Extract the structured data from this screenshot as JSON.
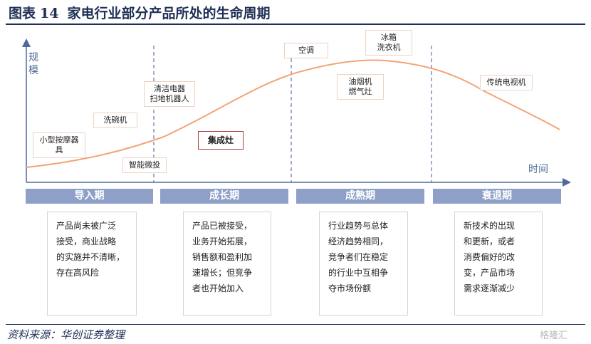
{
  "title": {
    "prefix": "图表",
    "number": "14",
    "text": "家电行业部分产品所处的生命周期"
  },
  "axes": {
    "y_label": "规模",
    "x_label": "时间"
  },
  "products": [
    {
      "text": "小型按摩器\n具"
    },
    {
      "text": "洗碗机"
    },
    {
      "text": "智能微投"
    },
    {
      "text": "清洁电器\n扫地机器人"
    },
    {
      "text": "集成灶"
    },
    {
      "text": "空调"
    },
    {
      "text": "冰箱\n洗衣机"
    },
    {
      "text": "油烟机\n燃气灶"
    },
    {
      "text": "传统电视机"
    }
  ],
  "stages": [
    {
      "name": "导入期",
      "desc": [
        "产品尚未被广泛",
        "接受，商业战略",
        "的实施并不清晰，",
        "存在高风险"
      ]
    },
    {
      "name": "成长期",
      "desc": [
        "产品已被接受，",
        "业务开始拓展，",
        "销售额和盈利加",
        "速增长；但竞争",
        "者也开始加入"
      ]
    },
    {
      "name": "成熟期",
      "desc": [
        "行业趋势与总体",
        "经济趋势相同，",
        "竞争者们在稳定",
        "的行业中互相争",
        "夺市场份额"
      ]
    },
    {
      "name": "衰退期",
      "desc": [
        "新技术的出现",
        "和更新，或者",
        "消费偏好的改",
        "变，产品市场",
        "需求逐渐减少"
      ]
    }
  ],
  "source": "资料来源：华创证券整理",
  "watermark": "格隆汇",
  "colors": {
    "curve": "#f2a576",
    "axis": "#4f6a98",
    "stage_bar": "#8fa0c8",
    "title": "#1f2f55",
    "highlight": "#b03a3a"
  }
}
